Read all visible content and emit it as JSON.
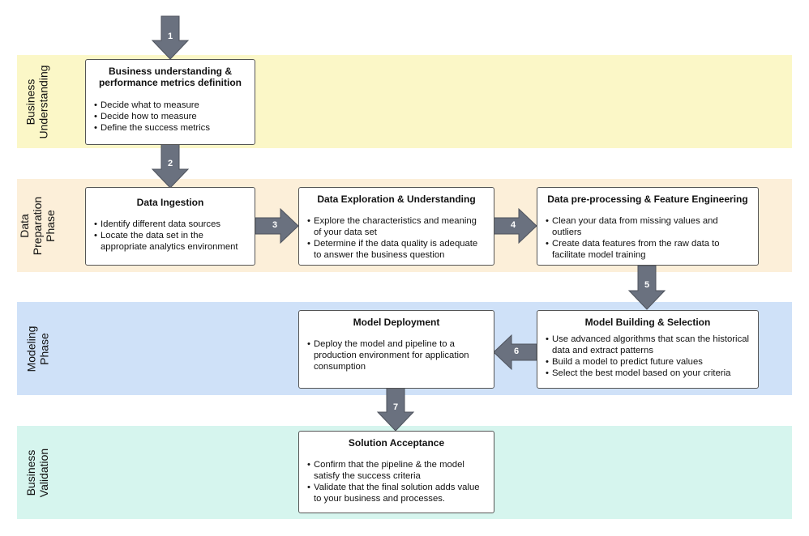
{
  "colors": {
    "business_understanding": "#fbf7c7",
    "data_preparation": "#fcefd9",
    "modeling": "#cfe1f8",
    "business_validation": "#d6f5ee",
    "arrow": "#6a717f",
    "box_border": "#555555"
  },
  "phases": [
    {
      "label": "Business\nUnderstanding"
    },
    {
      "label": "Data\nPreparation\nPhase"
    },
    {
      "label": "Modeling\nPhase"
    },
    {
      "label": "Business\nValidation"
    }
  ],
  "boxes": {
    "business_understanding": {
      "title": "Business understanding &\nperformance metrics definition",
      "items": [
        "Decide what to measure",
        "Decide how to measure",
        "Define the success metrics"
      ]
    },
    "data_ingestion": {
      "title": "Data Ingestion",
      "items": [
        "Identify different data sources",
        "Locate the data set in the appropriate analytics environment"
      ]
    },
    "data_exploration": {
      "title": "Data Exploration & Understanding",
      "items": [
        "Explore the characteristics and meaning of your data set",
        "Determine if the data quality is adequate to answer the business question"
      ]
    },
    "data_preprocessing": {
      "title": "Data pre-processing & Feature Engineering",
      "items": [
        "Clean your data from missing values and outliers",
        "Create data features from the raw data to facilitate model training"
      ]
    },
    "model_building": {
      "title": "Model Building & Selection",
      "items": [
        "Use advanced algorithms that scan the historical data and extract patterns",
        "Build a model to predict future values",
        "Select the best model based on your criteria"
      ]
    },
    "model_deployment": {
      "title": "Model Deployment",
      "items": [
        "Deploy the model and pipeline to a production environment for application consumption"
      ]
    },
    "solution_acceptance": {
      "title": "Solution Acceptance",
      "items": [
        "Confirm that the pipeline & the model satisfy the success criteria",
        "Validate that the final solution adds value to your business and processes."
      ]
    }
  },
  "steps": [
    "1",
    "2",
    "3",
    "4",
    "5",
    "6",
    "7"
  ]
}
